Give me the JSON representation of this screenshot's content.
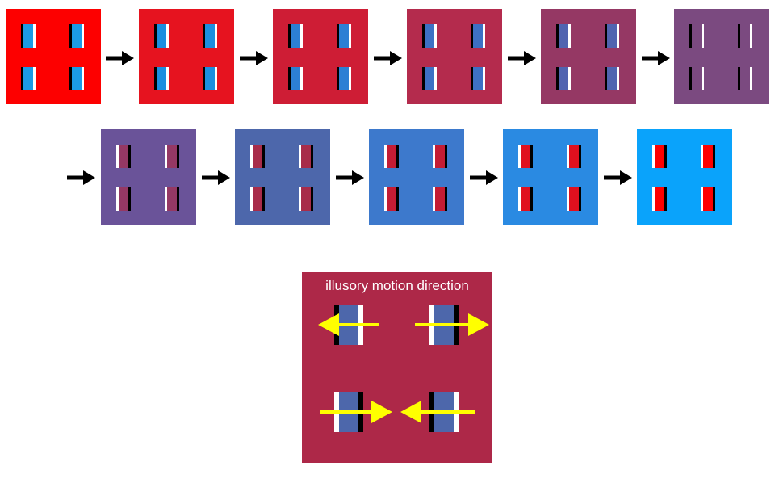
{
  "frames": [
    {
      "bg": "#fd0000",
      "rect": "#1b9be5"
    },
    {
      "bg": "#e6131f",
      "rect": "#1b8ee0"
    },
    {
      "bg": "#ce1d35",
      "rect": "#2c7fd4"
    },
    {
      "bg": "#b42b4d",
      "rect": "#3d70c4"
    },
    {
      "bg": "#953864",
      "rect": "#5064b0"
    },
    {
      "bg": "#7b4a80",
      "rect": "#7b4a80"
    },
    {
      "bg": "#6a5399",
      "rect": "#953864"
    },
    {
      "bg": "#4d67ab",
      "rect": "#a82c4a"
    },
    {
      "bg": "#3d79cc",
      "rect": "#c41c34"
    },
    {
      "bg": "#2a8ae2",
      "rect": "#e0101e"
    },
    {
      "bg": "#0aa3fb",
      "rect": "#fe0000"
    }
  ],
  "legend": {
    "title": "illusory motion direction",
    "bg": "#ad2848",
    "rect_color": "#4d67ab",
    "arrow_color": "#ffff00",
    "directions": [
      "left",
      "right",
      "right",
      "left"
    ]
  }
}
